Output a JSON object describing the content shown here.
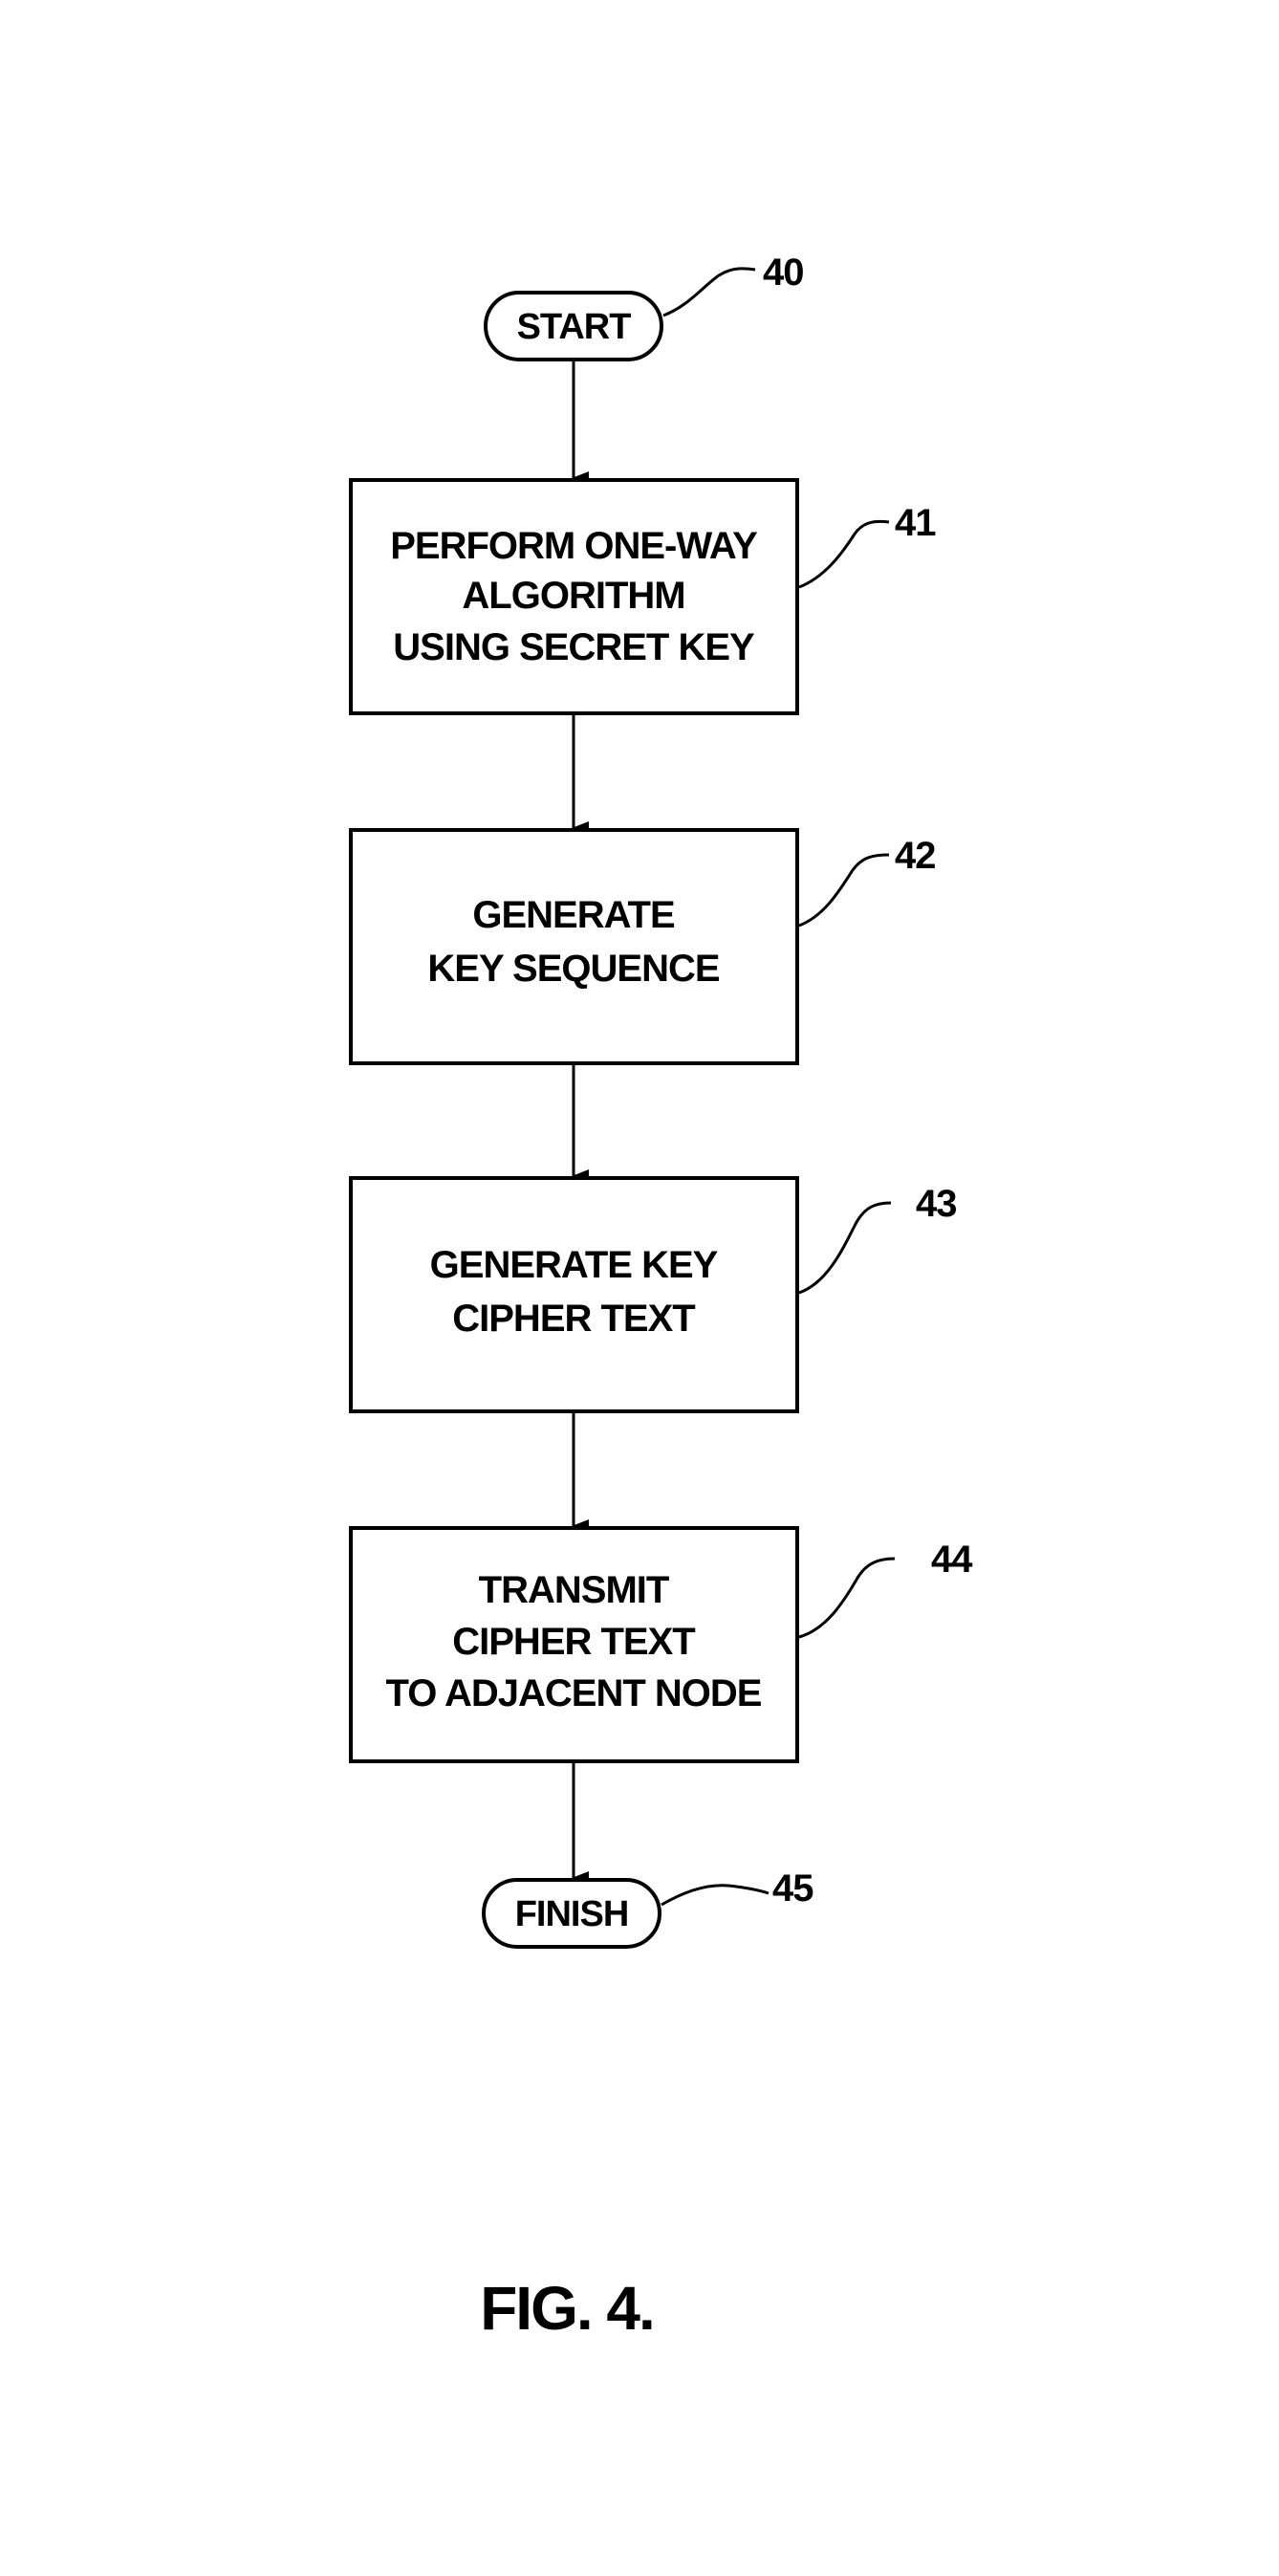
{
  "figure": {
    "caption": "FIG. 4."
  },
  "nodes": [
    {
      "id": "start",
      "ref": "40",
      "lines": [
        "START"
      ]
    },
    {
      "id": "perform",
      "ref": "41",
      "lines": [
        "PERFORM ONE-WAY",
        "ALGORITHM",
        "USING SECRET KEY"
      ]
    },
    {
      "id": "key-seq",
      "ref": "42",
      "lines": [
        "GENERATE",
        "KEY SEQUENCE"
      ]
    },
    {
      "id": "cipher",
      "ref": "43",
      "lines": [
        "GENERATE KEY",
        "CIPHER TEXT"
      ]
    },
    {
      "id": "transmit",
      "ref": "44",
      "lines": [
        "TRANSMIT",
        "CIPHER TEXT",
        "TO ADJACENT NODE"
      ]
    },
    {
      "id": "finish",
      "ref": "45",
      "lines": [
        "FINISH"
      ]
    }
  ]
}
